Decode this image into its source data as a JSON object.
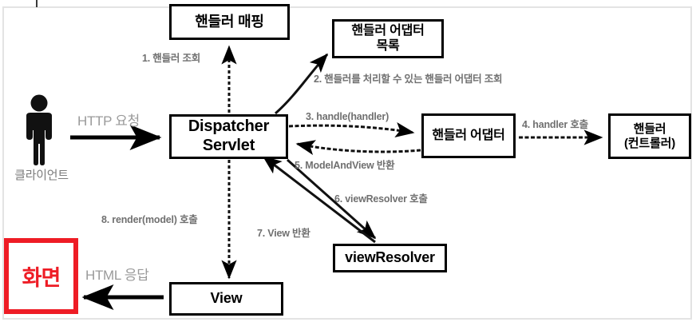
{
  "diagram": {
    "title": "Spring MVC DispatcherServlet flow",
    "nodes": {
      "handler_mapping": "핸들러 매핑",
      "handler_adapter_list_line1": "핸들러 어댑터",
      "handler_adapter_list_line2": "목록",
      "dispatcher_servlet_line1": "Dispatcher",
      "dispatcher_servlet_line2": "Servlet",
      "handler_adapter": "핸들러 어댑터",
      "handler_controller_line1": "핸들러",
      "handler_controller_line2": "(컨트롤러)",
      "view_resolver": "viewResolver",
      "view": "View",
      "screen": "화면"
    },
    "actor": {
      "client_label": "클라이언트",
      "icon": "person-icon"
    },
    "edges": {
      "step1": "1. 핸들러 조회",
      "step2": "2. 핸들러를 처리할 수 있는 핸들러 어댑터 조회",
      "step3": "3. handle(handler)",
      "step4": "4. handler 호출",
      "step5": "5. ModelAndView 반환",
      "step6": "6. viewResolver 호출",
      "step7": "7. View 반환",
      "step8": "8. render(model) 호출",
      "http_request": "HTTP 요청",
      "http_response": "HTML 응답"
    },
    "colors": {
      "accent_red": "#ee1c25",
      "stroke": "#000000",
      "label_gray": "#707070",
      "big_label_gray": "#9a9a9a",
      "frame_gray": "#e3e3e3"
    }
  }
}
